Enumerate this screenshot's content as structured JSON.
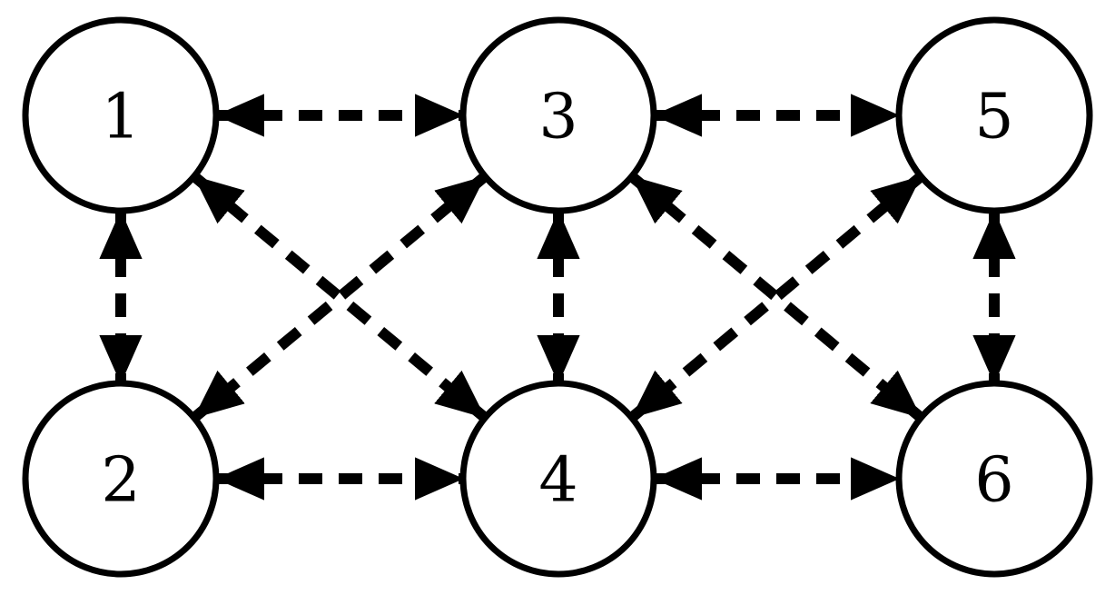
{
  "graph": {
    "nodes": [
      {
        "id": "1",
        "label": "1"
      },
      {
        "id": "2",
        "label": "2"
      },
      {
        "id": "3",
        "label": "3"
      },
      {
        "id": "4",
        "label": "4"
      },
      {
        "id": "5",
        "label": "5"
      },
      {
        "id": "6",
        "label": "6"
      }
    ],
    "edges": [
      {
        "from": "1",
        "to": "3",
        "direction": "both",
        "style": "dashed"
      },
      {
        "from": "3",
        "to": "5",
        "direction": "both",
        "style": "dashed"
      },
      {
        "from": "2",
        "to": "4",
        "direction": "both",
        "style": "dashed"
      },
      {
        "from": "4",
        "to": "6",
        "direction": "both",
        "style": "dashed"
      },
      {
        "from": "1",
        "to": "2",
        "direction": "both",
        "style": "dashed"
      },
      {
        "from": "3",
        "to": "4",
        "direction": "both",
        "style": "dashed"
      },
      {
        "from": "5",
        "to": "6",
        "direction": "both",
        "style": "dashed"
      },
      {
        "from": "1",
        "to": "4",
        "direction": "both",
        "style": "dashed"
      },
      {
        "from": "3",
        "to": "2",
        "direction": "both",
        "style": "dashed"
      },
      {
        "from": "3",
        "to": "6",
        "direction": "both",
        "style": "dashed"
      },
      {
        "from": "5",
        "to": "4",
        "direction": "both",
        "style": "dashed"
      }
    ],
    "colors": {
      "stroke": "#000000",
      "background": "#ffffff"
    }
  }
}
